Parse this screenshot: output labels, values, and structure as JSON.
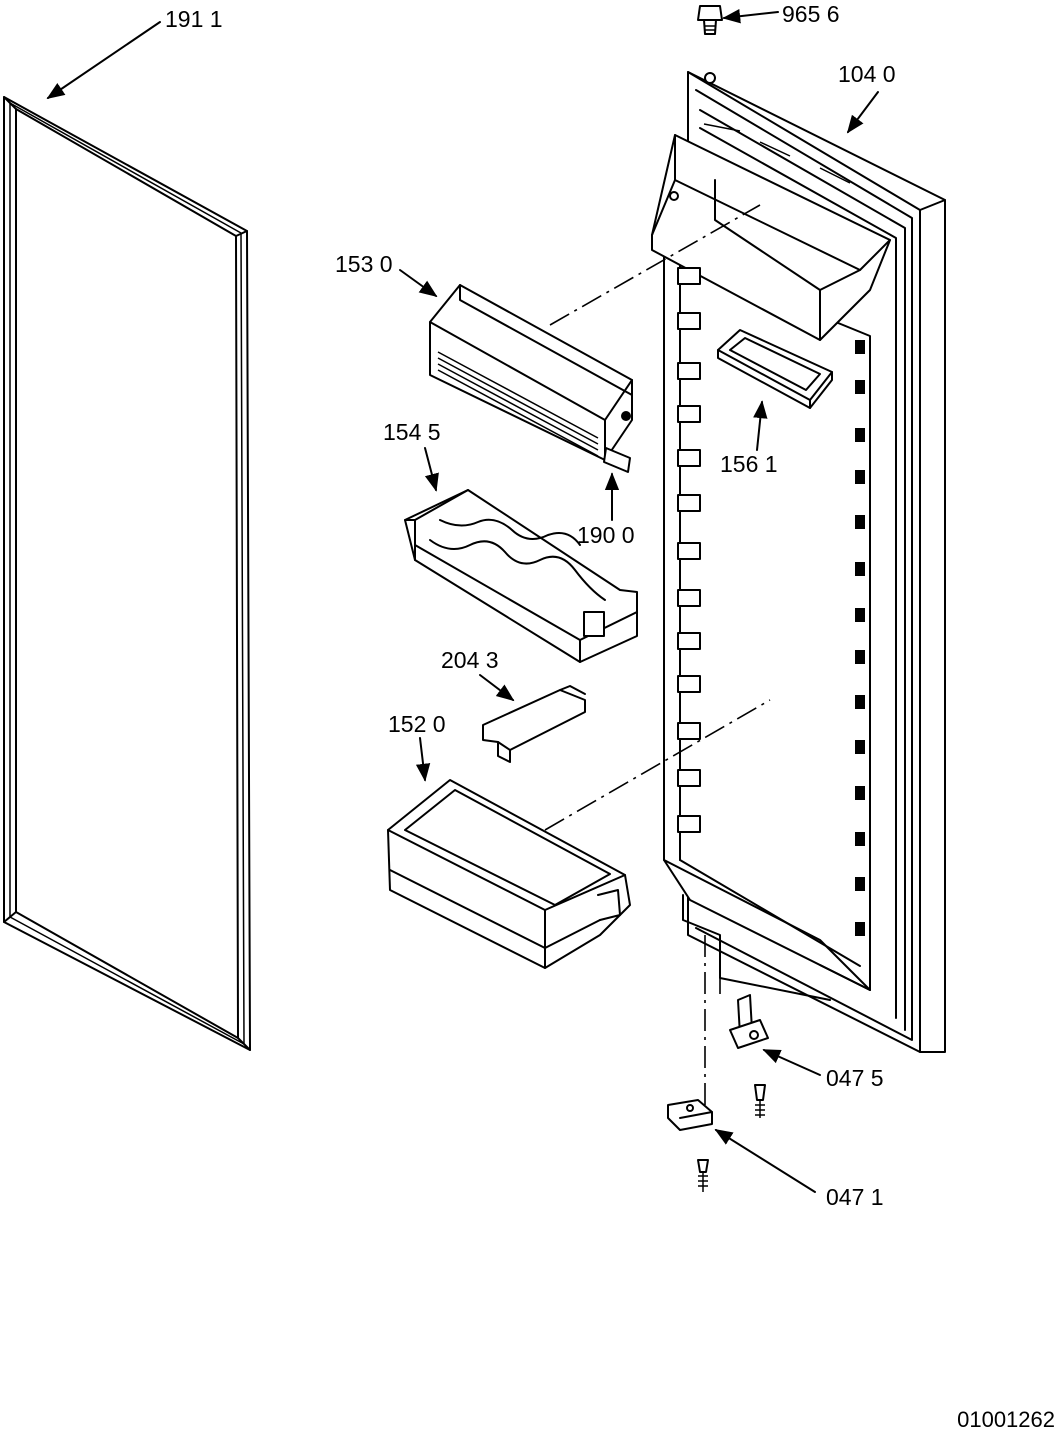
{
  "callouts": {
    "gasket": "191 1",
    "screw_top": "965 6",
    "door": "104 0",
    "dairy_door": "153 0",
    "egg_tray": "154 5",
    "small_bin": "156 1",
    "hinge_pin": "190 0",
    "bracket": "204 3",
    "bottle_bin": "152 0",
    "hinge_top": "047 5",
    "hinge_bottom": "047 1"
  },
  "figure_number": "01001262"
}
